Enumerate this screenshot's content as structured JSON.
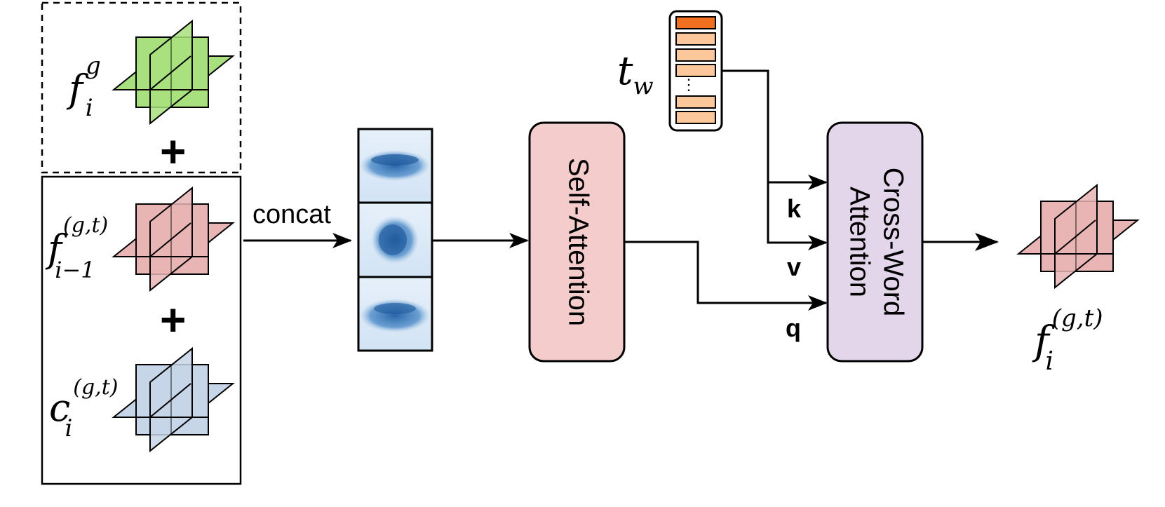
{
  "inputs": {
    "global_feature": {
      "base": "f",
      "sup": "g",
      "sub": "i"
    },
    "prev_feature": {
      "base": "f",
      "sup": "(g,t)",
      "sub": "i−1"
    },
    "context_feature": {
      "base": "c",
      "sup": "(g,t)",
      "sub": "i"
    },
    "plus_1": "+",
    "plus_2": "+"
  },
  "concat_label": "concat",
  "self_attention_label": "Self-Attention",
  "cross_attention_label_line1": "Cross-Word",
  "cross_attention_label_line2": "Attention",
  "word_tokens": {
    "base": "t",
    "sub": "w",
    "dots": "⋮"
  },
  "kvq": {
    "k": "k",
    "v": "v",
    "q": "q"
  },
  "output_feature": {
    "base": "f",
    "sup": "(g,t)",
    "sub": "i"
  },
  "colors": {
    "green_plane": "#a9e07f",
    "pink_plane": "#e8b4b4",
    "blue_plane": "#c7d5e8",
    "self_attention_fill": "#f5cccc",
    "cross_attention_fill": "#e3d6ea",
    "token_highlight": "#f07020",
    "token_fill": "#fbc79b",
    "map_blue": "#2a6db0"
  }
}
